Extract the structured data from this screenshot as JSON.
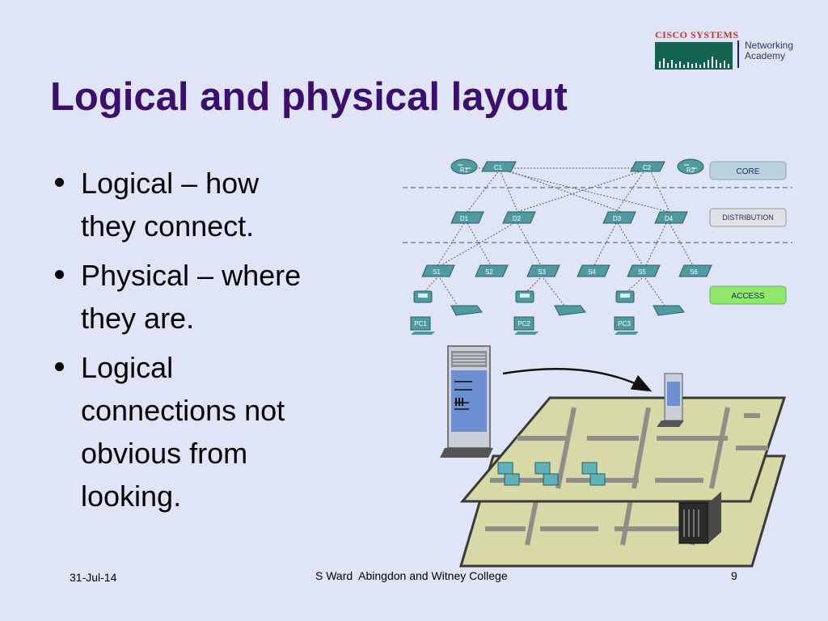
{
  "logo": {
    "brand": "CISCO SYSTEMS",
    "academy_line1": "Networking",
    "academy_line2": "Academy"
  },
  "slide": {
    "title": "Logical and physical layout",
    "bullets": [
      {
        "lines": [
          "Logical – how",
          "they connect."
        ]
      },
      {
        "lines": [
          "Physical – where",
          "they are."
        ]
      },
      {
        "lines": [
          "Logical",
          "connections not",
          "obvious from",
          "looking."
        ]
      }
    ]
  },
  "diagram": {
    "layers": {
      "core": "CORE",
      "distribution": "DISTRIBUTION",
      "access": "ACCESS"
    },
    "routers": [
      "R1",
      "R2"
    ],
    "core_switches": [
      "C1",
      "C2"
    ],
    "distribution_switches": [
      "D1",
      "D2",
      "D3",
      "D4"
    ],
    "access_switches": [
      "S1",
      "S2",
      "S3",
      "S4",
      "S5",
      "S6"
    ],
    "pcs": [
      "PC1",
      "PC2",
      "PC3"
    ],
    "colors": {
      "device": "#4e9aa0",
      "core_box": "#b8d3dd",
      "distribution_box": "#dfe1e6",
      "access_box": "#8ee86a"
    }
  },
  "footer": {
    "date": "31-Jul-14",
    "center": "S Ward  Abingdon and Witney College",
    "page": "9"
  }
}
